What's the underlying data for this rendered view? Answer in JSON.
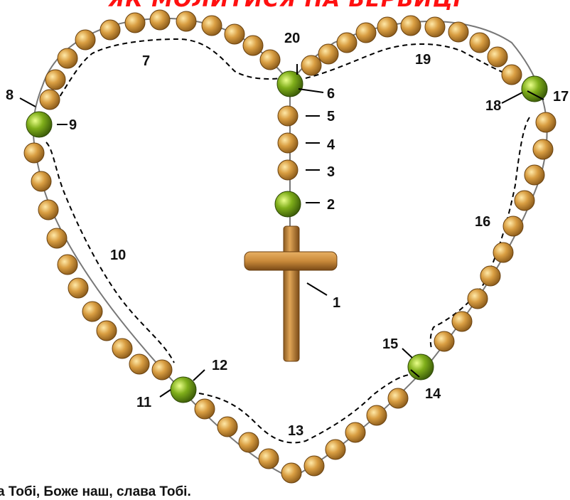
{
  "title": "ЯК МОЛИТИСЯ НА ВЕРВИЦІ",
  "footer": "а Тобі, Боже наш, слава Тобі.",
  "labels": [
    "1",
    "2",
    "3",
    "4",
    "5",
    "6",
    "7",
    "8",
    "9",
    "10",
    "11",
    "12",
    "13",
    "14",
    "15",
    "16",
    "17",
    "18",
    "19",
    "20"
  ],
  "colors": {
    "title": "#ff1010",
    "bead_gold": "#d49a3c",
    "bead_green": "#7fae1a",
    "cross_wood": "#c98a3a",
    "cord": "#777777",
    "path_dash": "#000000"
  },
  "icons": [
    "bead-gold-icon",
    "bead-green-icon",
    "cross-icon"
  ]
}
